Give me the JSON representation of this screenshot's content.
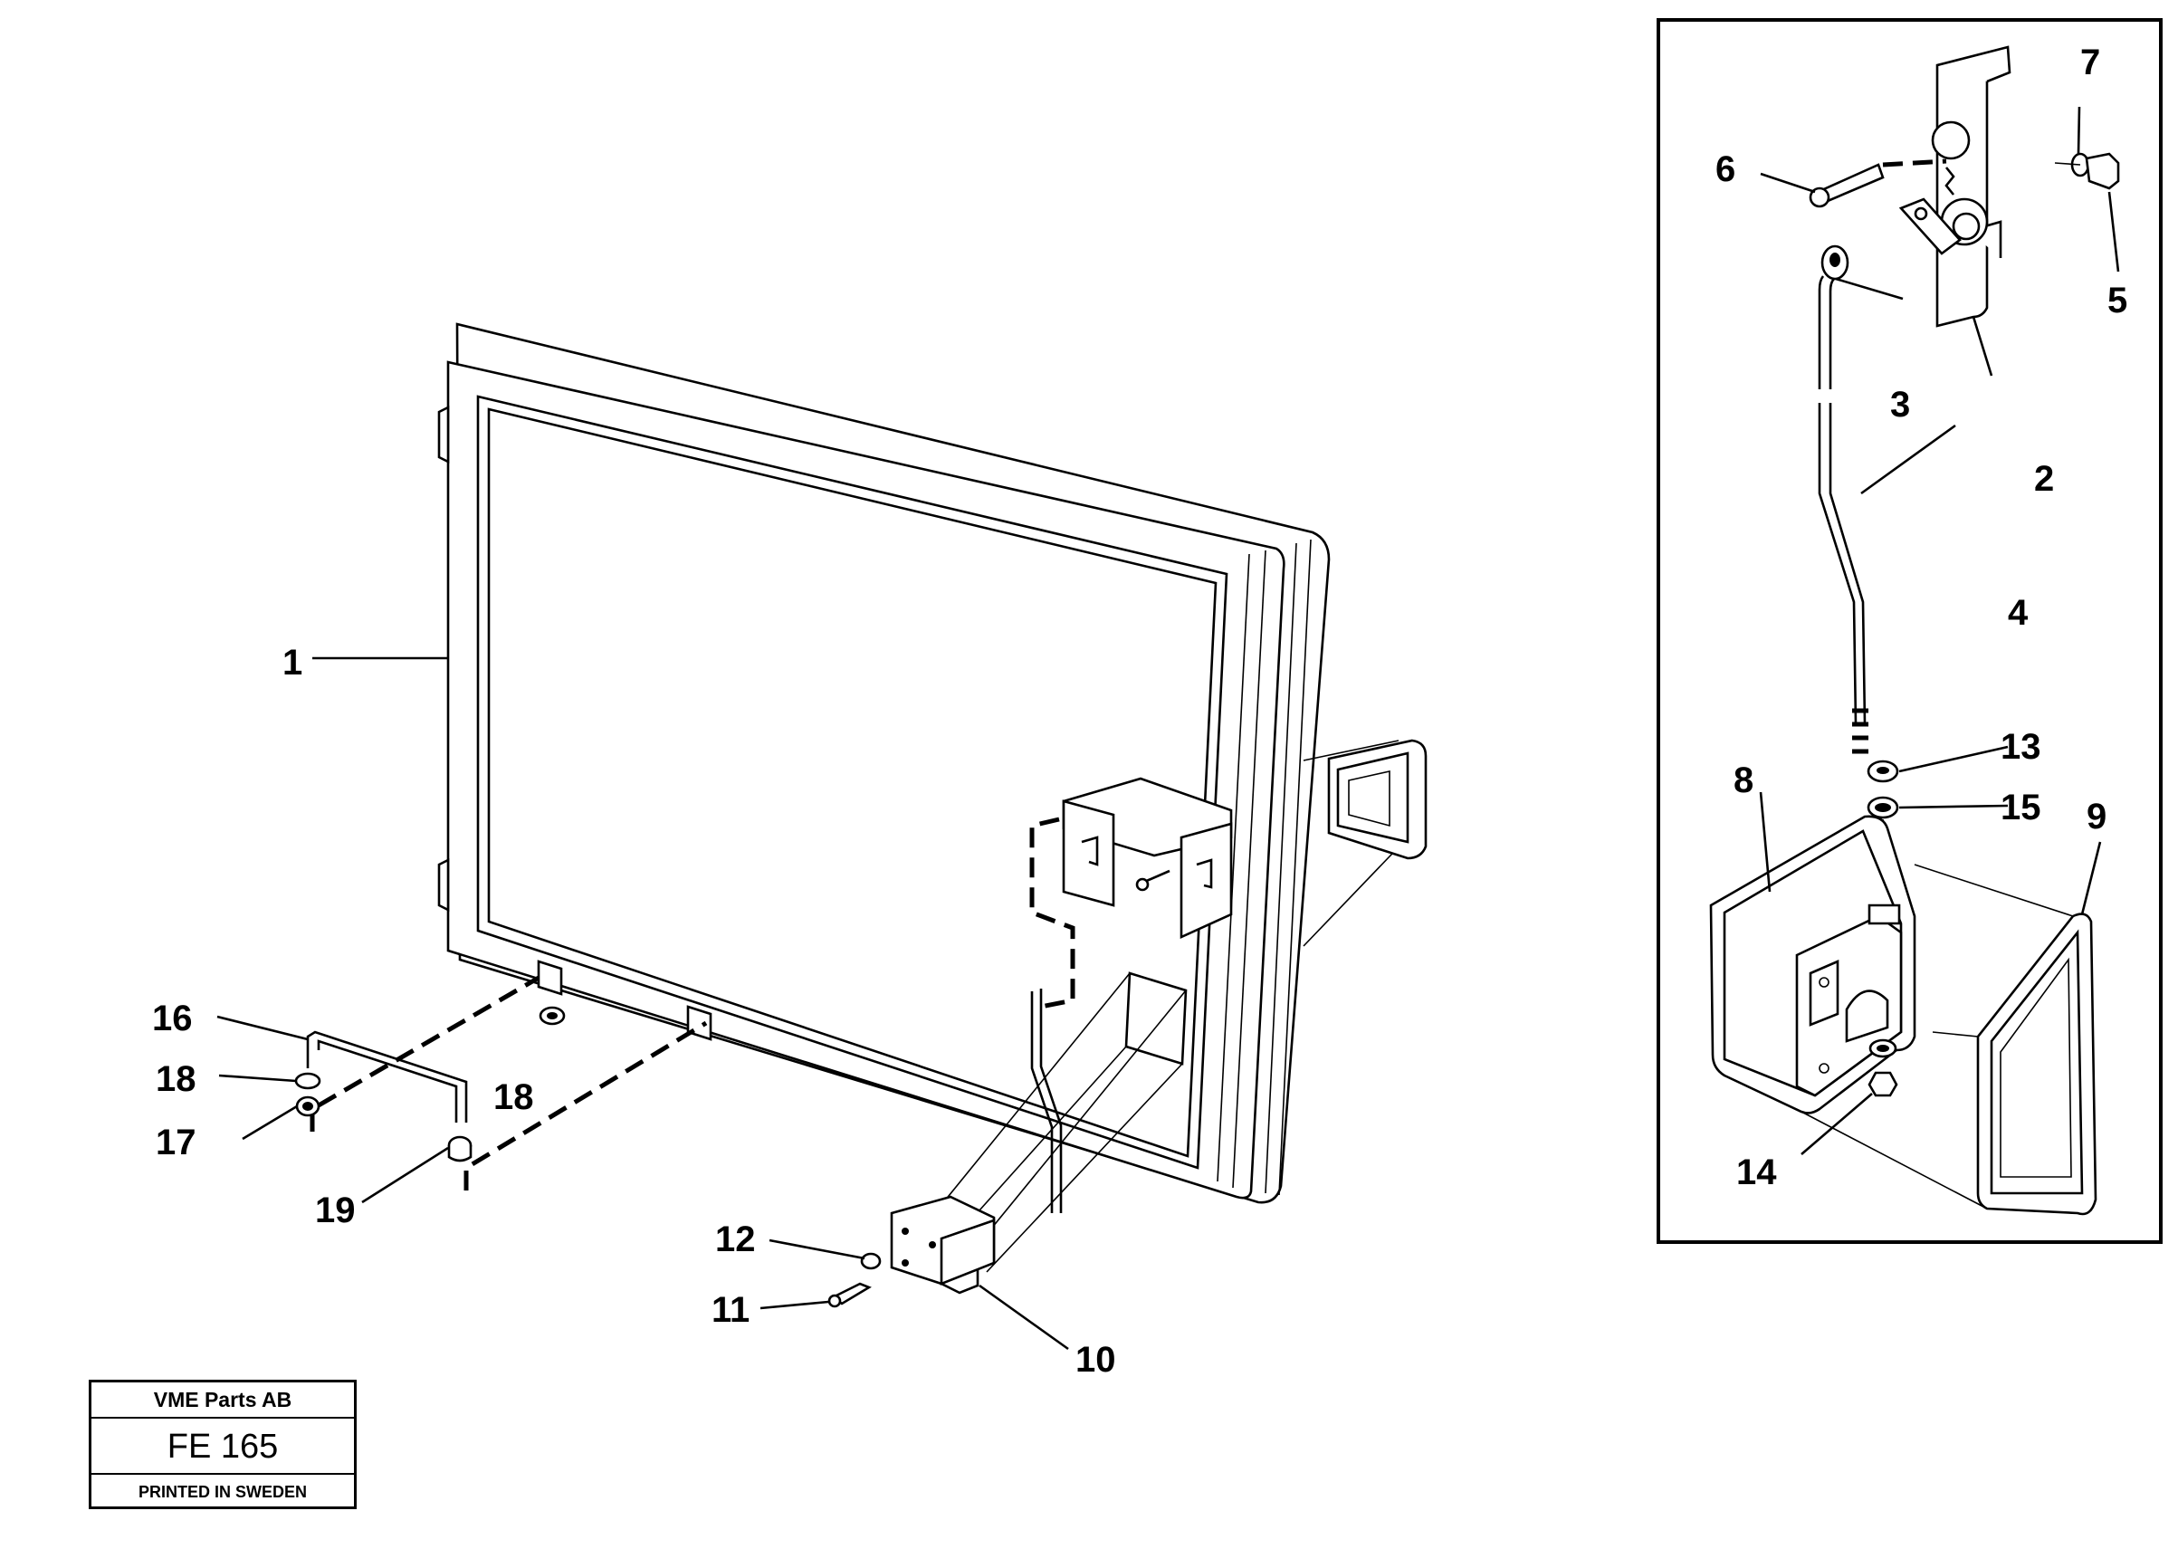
{
  "callouts": {
    "c1": "1",
    "c2": "2",
    "c3": "3",
    "c4": "4",
    "c5": "5",
    "c6": "6",
    "c7": "7",
    "c8": "8",
    "c9": "9",
    "c10": "10",
    "c11": "11",
    "c12": "12",
    "c13": "13",
    "c14": "14",
    "c15": "15",
    "c16": "16",
    "c17": "17",
    "c18a": "18",
    "c18b": "18",
    "c19": "19"
  },
  "title_block": {
    "company": "VME Parts AB",
    "figure_code": "FE 165",
    "printed": "PRINTED IN SWEDEN"
  }
}
